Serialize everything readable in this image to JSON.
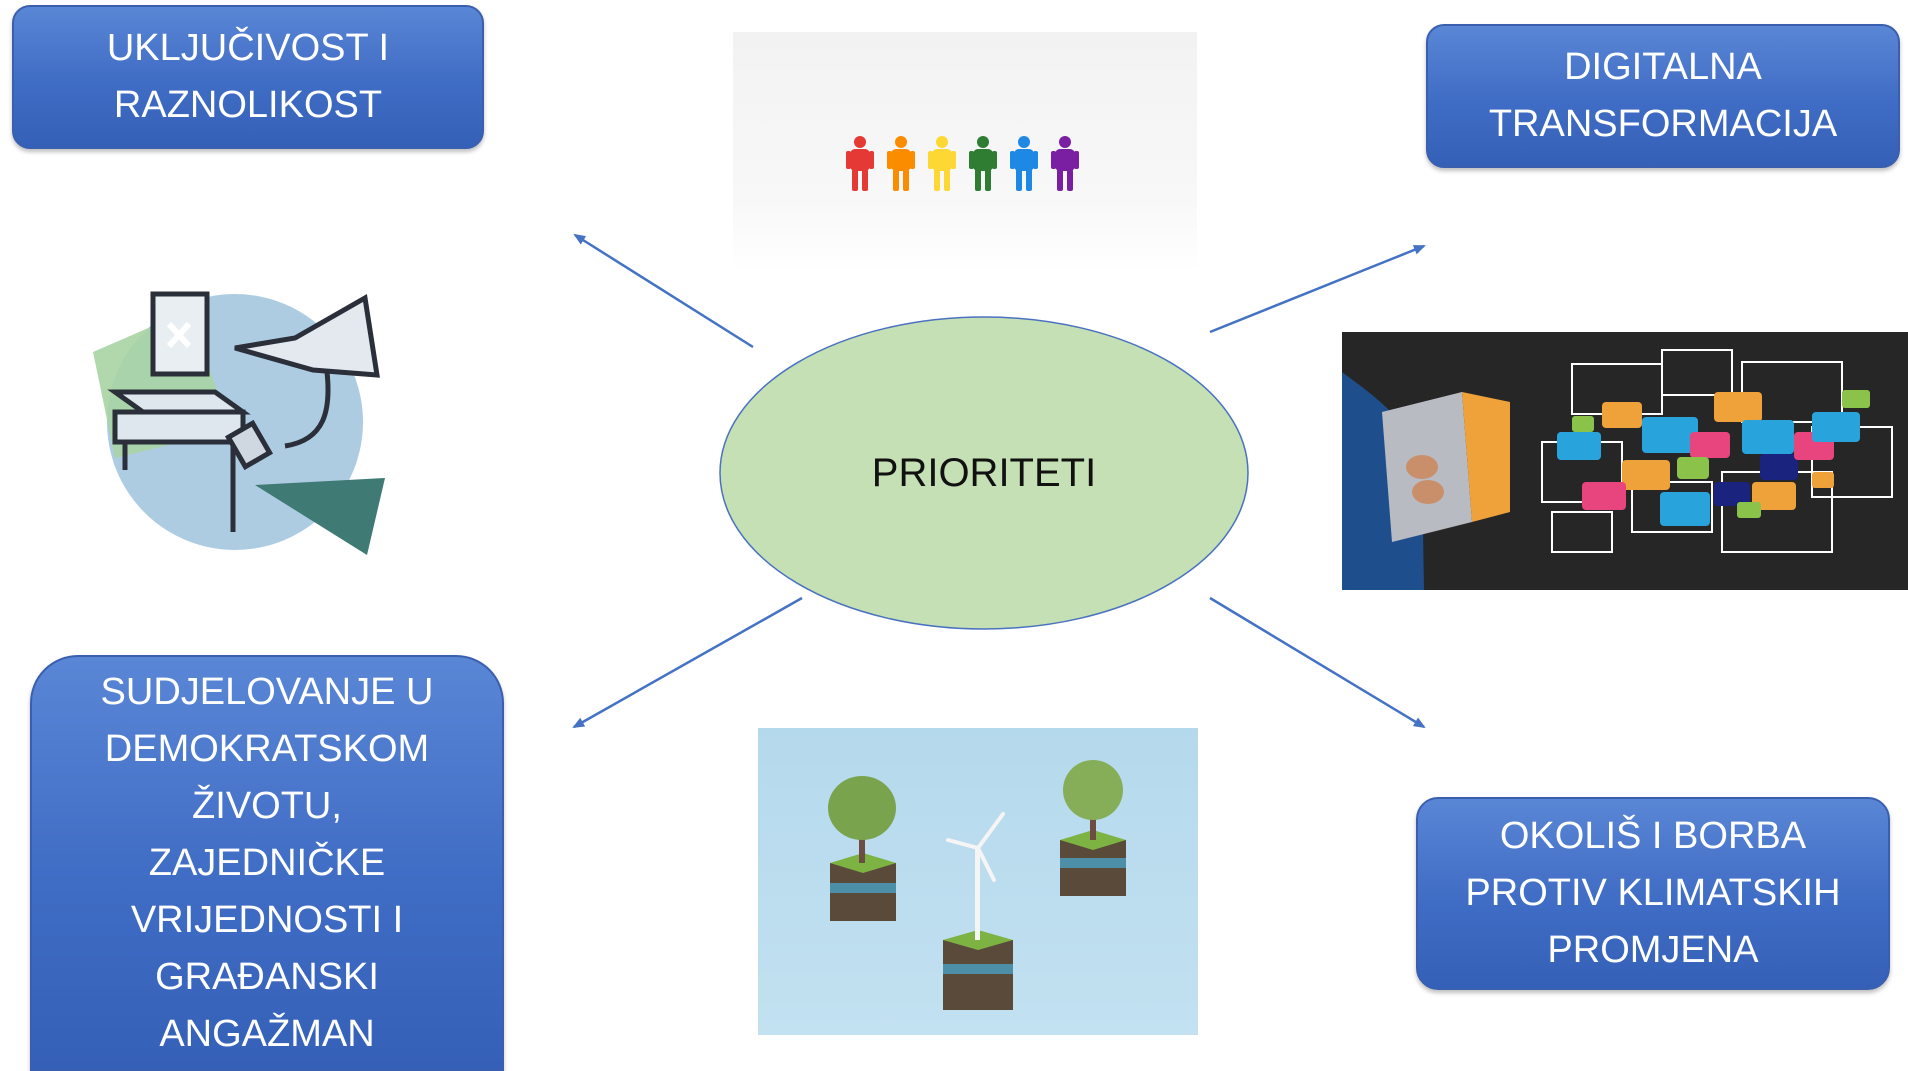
{
  "center": {
    "label": "PRIORITETI"
  },
  "priorities": {
    "top_left": "UKLJUČIVOST I\nRAZNOLIKOST",
    "top_right": "DIGITALNA\nTRANSFORMACIJA",
    "bottom_left": "SUDJELOVANJE U\nDEMOKRATSKOM\nŽIVOTU,\nZAJEDNIČKE\nVRIJEDNOSTI I\nGRAĐANSKI\nANGAŽMAN",
    "bottom_right": "OKOLIŠ I BORBA\nPROTIV KLIMATSKIH\nPROMJENA"
  },
  "colors": {
    "box_fill": "#4472c4",
    "ellipse_fill": "#c5e0b4",
    "arrow": "#4472c4",
    "people": [
      "#e53935",
      "#fb8c00",
      "#fdd835",
      "#2e7d32",
      "#1e88e5",
      "#7b1fa2"
    ]
  },
  "icons": [
    "people-icon",
    "ballot-box-icon",
    "megaphone-icon",
    "laptop-icon",
    "network-icon",
    "tree-icon",
    "wind-turbine-icon"
  ]
}
